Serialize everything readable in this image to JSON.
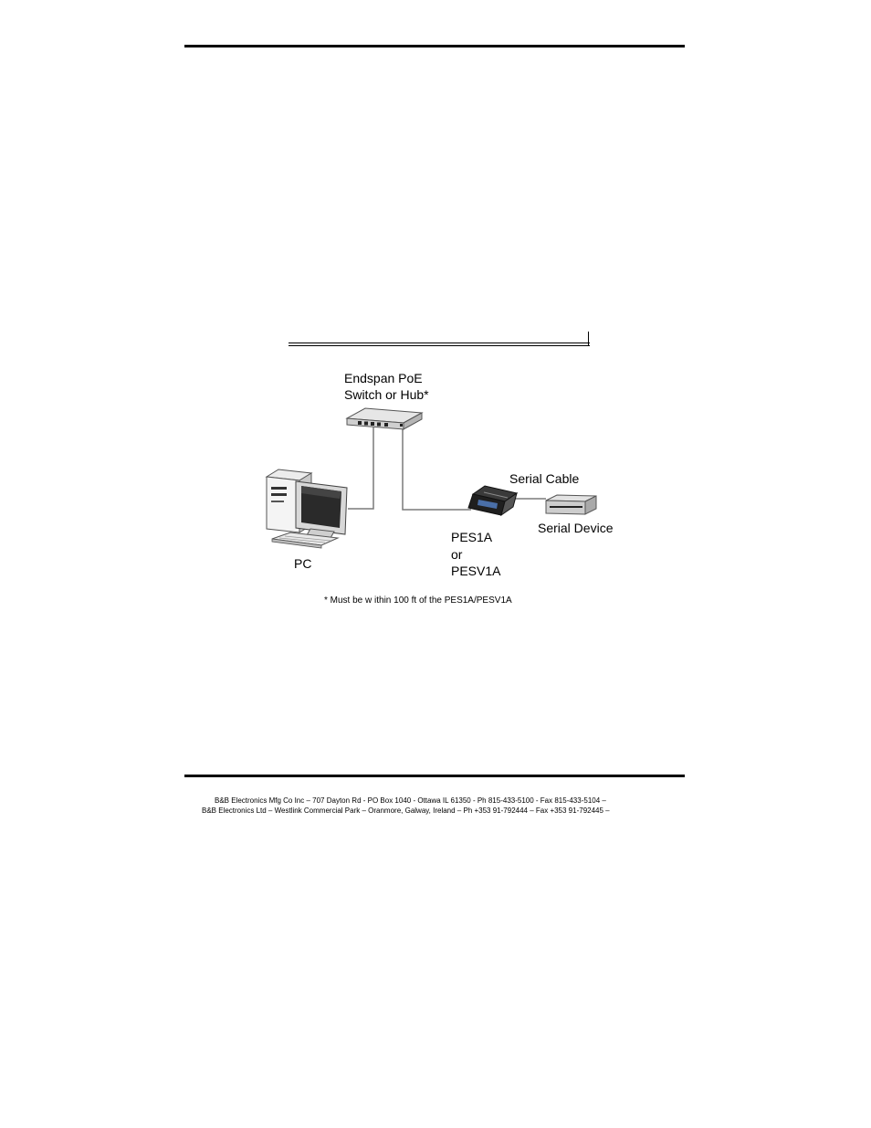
{
  "diagram": {
    "switch_label_line1": "Endspan PoE",
    "switch_label_line2": "Switch or Hub*",
    "serial_cable_label": "Serial Cable",
    "serial_device_label": "Serial Device",
    "converter_label_line1": "PES1A",
    "converter_label_line2": "or",
    "converter_label_line3": "PESV1A",
    "pc_label": "PC",
    "footnote": "* Must be w ithin 100 ft  of the PES1A/PESV1A"
  },
  "footer": {
    "line1": "B&B Electronics Mfg Co Inc – 707 Dayton Rd - PO Box 1040 - Ottawa IL 61350 - Ph 815-433-5100 - Fax 815-433-5104 –",
    "line2": "B&B Electronics Ltd – Westlink Commercial Park – Oranmore, Galway, Ireland – Ph +353 91-792444 – Fax +353 91-792445 –"
  }
}
